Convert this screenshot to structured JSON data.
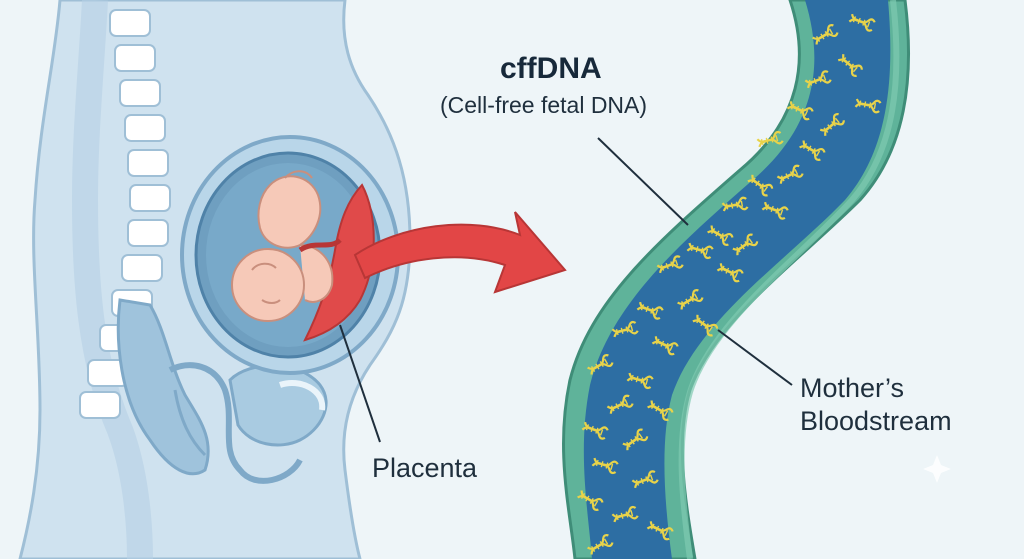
{
  "labels": {
    "title": "cffDNA",
    "subtitle": "(Cell-free fetal DNA)",
    "placenta": "Placenta",
    "bloodstream_line1": "Mother’s",
    "bloodstream_line2": "Bloodstream"
  },
  "colors": {
    "background": "#eef5f8",
    "body": "#cfe2ef",
    "body_outline": "#9fbfd6",
    "fetus_skin": "#f6c9b8",
    "placenta": "#e04a4a",
    "arrow": "#e24646",
    "vessel_outer": "#5fb39a",
    "vessel_inner": "#2d6ea3",
    "dna": "#e8d34a"
  },
  "icons": {
    "arrow": "curved-arrow-icon",
    "dna": "dna-helix-icon",
    "sparkle": "sparkle-icon"
  }
}
